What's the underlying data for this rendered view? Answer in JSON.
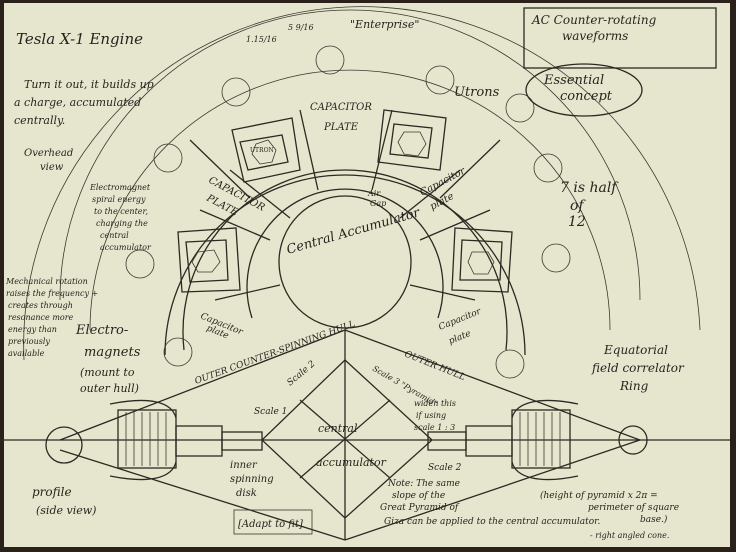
{
  "header": {
    "title": "Tesla X-1 Engine",
    "enterprise": "\"Enterprise\"",
    "ratio_a": "1.15/16",
    "ratio_b": "5 9/16"
  },
  "top_right_box": {
    "line1": "AC Counter-rotating",
    "line2": "waveforms"
  },
  "essential": {
    "line1": "Essential",
    "line2": "concept"
  },
  "notes": {
    "turn_it_out": [
      "Turn it out, it builds up",
      "a charge, accumulated",
      "centrally."
    ],
    "overhead": [
      "Overhead",
      "view"
    ],
    "electromagnet_spiral": [
      "Electromagnet",
      "spiral energy",
      "to the center,",
      "charging the",
      "central",
      "accumulator"
    ],
    "mechanical": [
      "Mechanical rotation",
      "raises the frequency +",
      "creates through",
      "resonance more",
      "energy than",
      "previously",
      "available"
    ],
    "electromagnets": [
      "Electro-",
      "magnets",
      "(mount to",
      "outer hull)"
    ],
    "seven": [
      "7 is half",
      "of",
      "12"
    ],
    "equatorial": [
      "Equatorial",
      "field correlator",
      "Ring"
    ],
    "profile": [
      "profile",
      "(side view)"
    ],
    "inner_disk": [
      "inner",
      "spinning",
      "disk"
    ],
    "adapt": "[Adapt to fit]",
    "note": [
      "Note: The same",
      "slope of the",
      "Great Pyramid of",
      "Giza can be applied to the central accumulator."
    ],
    "height": [
      "(height of pyramid x 2π =",
      "perimeter of square",
      "base.)"
    ],
    "right_angled": "- right angled cone.",
    "widen": [
      "widen this",
      "if using",
      "scale 1 : 3"
    ]
  },
  "labels": {
    "utrons": "Utrons",
    "capacitor_top": [
      "CAPACITOR",
      "PLATE"
    ],
    "capacitor_left": [
      "CAPACITOR",
      "PLATE"
    ],
    "capacitor_right": [
      "Capacitor",
      "plate"
    ],
    "capacitor_bl": [
      "Capacitor",
      "plate"
    ],
    "capacitor_br": [
      "Capacitor",
      "plate"
    ],
    "air_gap": [
      "Air",
      "Gap"
    ],
    "central_accumulator": "Central Accumulator",
    "outer_left": "OUTER COUNTER-SPINNING HULL",
    "outer_right": "OUTER HULL",
    "scale1": "Scale 1",
    "scale2": "Scale 2",
    "scale2b": "Scale 2",
    "scale3": "Scale 3 \"Pyramid\"",
    "central_bottom": [
      "central",
      "accumulator"
    ],
    "utron_chip": "UTRON"
  },
  "colors": {
    "paper": "#e6e6cf",
    "ink": "#2b2a22",
    "background": "#2a211b"
  }
}
